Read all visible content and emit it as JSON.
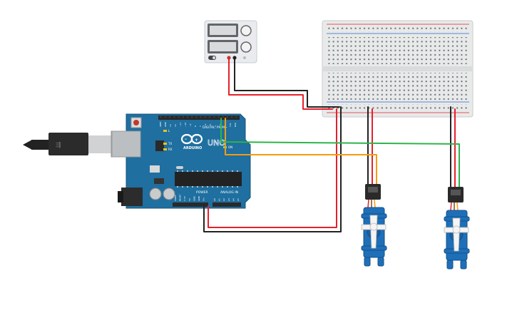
{
  "board": {
    "brand": "ARDUINO",
    "model": "UNO",
    "digital_label": "DIGITAL",
    "pwm_label": "PWM~",
    "power_label": "POWER",
    "analog_label": "ANALOG IN",
    "tx_label": "TX",
    "rx_label": "RX",
    "l_label": "L",
    "on_label": "ON",
    "digital_pins": [
      "AREF",
      "GND",
      "13",
      "12",
      "~11",
      "~10",
      "~9",
      "8",
      "7",
      "~6",
      "~5",
      "4",
      "~3",
      "2",
      "TX1",
      "RX0"
    ],
    "power_pins": [
      "IOREF",
      "RESET",
      "3.3V",
      "5V",
      "GND",
      "GND",
      "Vin"
    ],
    "analog_pins": [
      "A0",
      "A1",
      "A2",
      "A3",
      "A4",
      "A5"
    ],
    "color": "#1f6fa0"
  },
  "power_supply": {
    "color": "#e9ebee"
  },
  "breadboard": {
    "color": "#e8eaea"
  },
  "wires": {
    "red": "#e5212b",
    "black": "#222222",
    "orange": "#f39c12",
    "green": "#2fb34a"
  },
  "servos": {
    "color": "#1e6fb8"
  }
}
